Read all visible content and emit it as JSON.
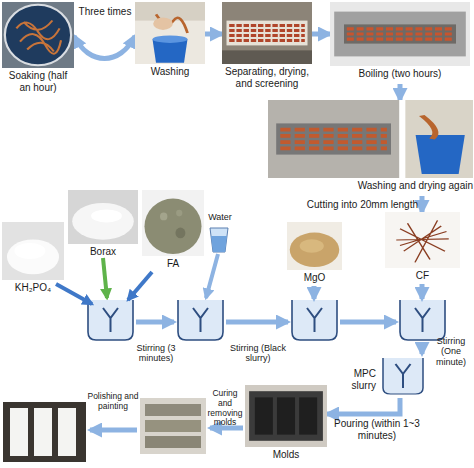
{
  "diagram": {
    "nodes": [
      {
        "text": [
          "Soaking (half an hour)"
        ]
      },
      {
        "text": [
          "Washing"
        ]
      },
      {
        "text": [
          "Separating, drying, and screening"
        ]
      },
      {
        "text": [
          "Boiling (two hours)"
        ]
      },
      {
        "text": [
          "Washing and drying again"
        ]
      },
      {
        "text": [
          "CF"
        ]
      },
      {
        "text": [
          "KH₂PO₄"
        ]
      },
      {
        "text": [
          "Borax"
        ]
      },
      {
        "text": [
          "FA"
        ]
      },
      {
        "text": [
          "MgO"
        ]
      },
      {
        "text": [
          "MPC slurry"
        ]
      },
      {
        "text": [
          "Molds"
        ]
      }
    ],
    "edges": [
      {
        "from": 0,
        "to": 1,
        "label": "Three times",
        "arrow": "both"
      },
      {
        "from": 1,
        "to": 2,
        "arrow": "to"
      },
      {
        "from": 2,
        "to": 3,
        "arrow": "to"
      },
      {
        "from": 3,
        "to": 4,
        "arrow": "to"
      },
      {
        "from": 4,
        "to": 5,
        "label": "Cutting into 20mm length",
        "arrow": "to"
      },
      {
        "from": 10,
        "to": 11,
        "label": "Pouring (within 1~3 minutes)",
        "arrow": "to"
      }
    ],
    "labels": [
      "Water",
      "Stirring (3 minutes)",
      "Stirring (Black slurry)",
      "Stirring (One minute)",
      "Curing and removing molds",
      "Polishing and painting"
    ]
  }
}
